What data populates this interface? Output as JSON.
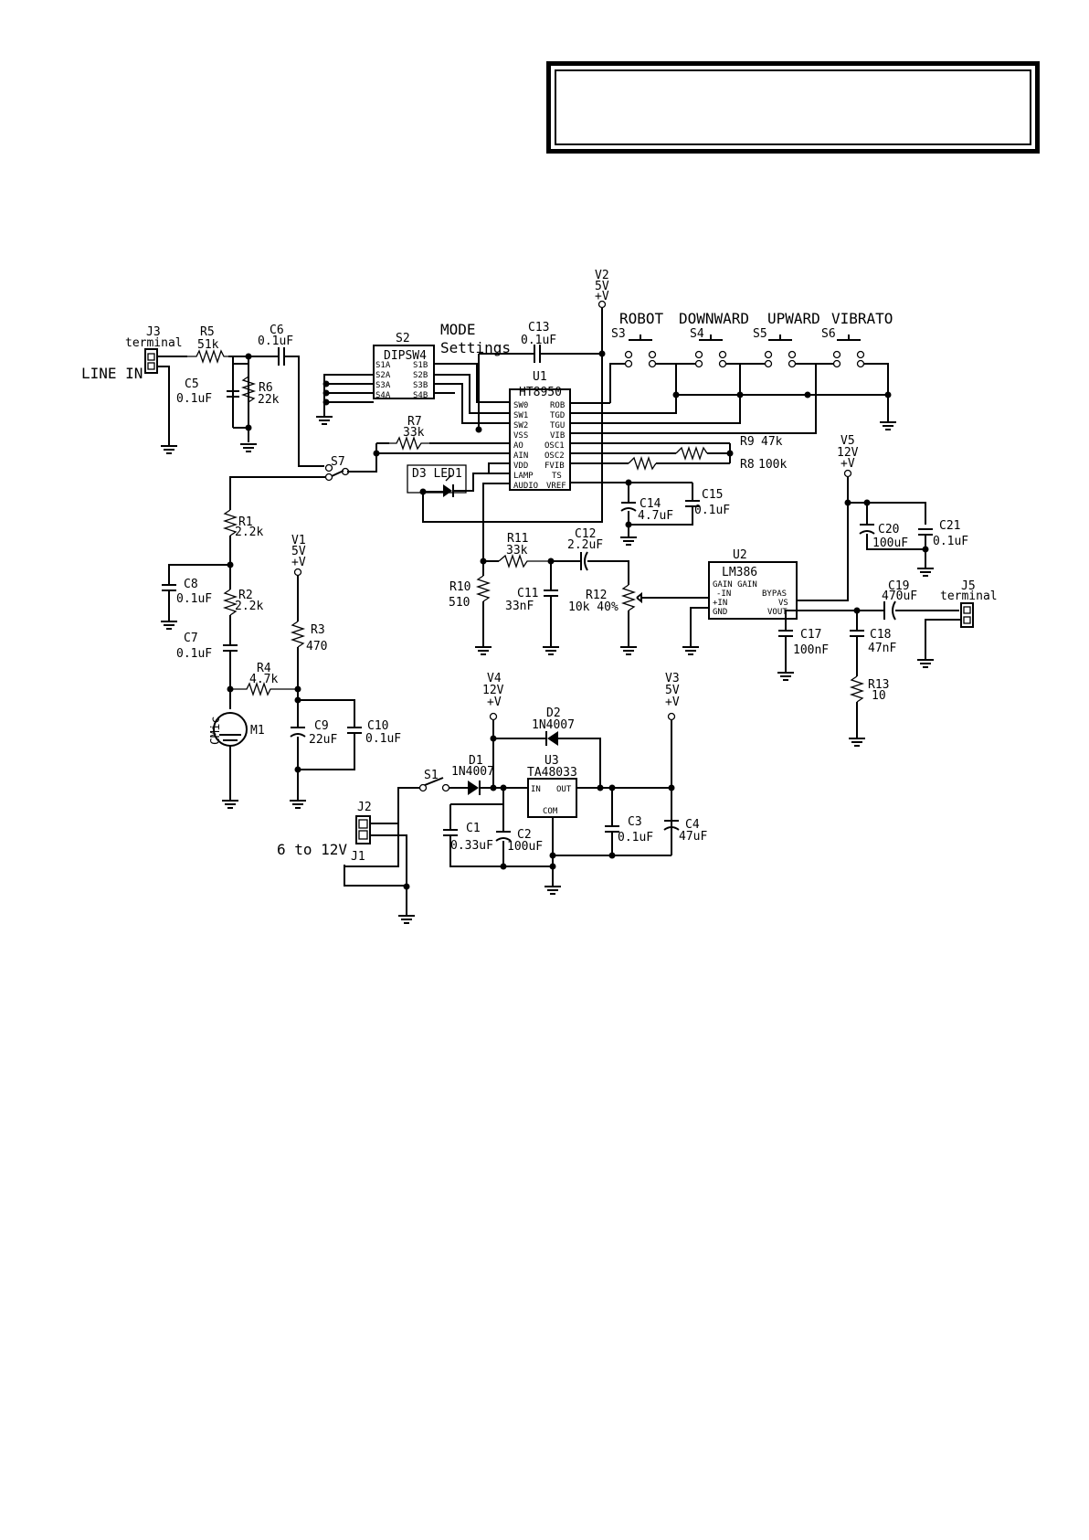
{
  "title_block": {
    "title": ""
  },
  "headers": {
    "mode": "MODE",
    "settings": "Settings",
    "robot": "ROBOT",
    "downward": "DOWNWARD",
    "upward": "UPWARD",
    "vibrato": "VIBRATO",
    "line_in": "LINE IN",
    "supply": "6 to 12V"
  },
  "parts": {
    "J3": {
      "ref": "J3",
      "value": "terminal"
    },
    "R5": {
      "ref": "R5",
      "value": "51k"
    },
    "C6": {
      "ref": "C6",
      "value": "0.1uF"
    },
    "C5": {
      "ref": "C5",
      "value": "0.1uF"
    },
    "R6": {
      "ref": "R6",
      "value": "22k"
    },
    "S2": {
      "ref": "S2",
      "value": "DIPSW4"
    },
    "C13": {
      "ref": "C13",
      "value": "0.1uF"
    },
    "V2": {
      "ref": "V2",
      "value": "5V",
      "plus": "+V"
    },
    "U1": {
      "ref": "U1",
      "value": "HT8950"
    },
    "S3": {
      "ref": "S3"
    },
    "S4": {
      "ref": "S4"
    },
    "S5": {
      "ref": "S5"
    },
    "S6": {
      "ref": "S6"
    },
    "R7": {
      "ref": "R7",
      "value": "33k"
    },
    "S7": {
      "ref": "S7"
    },
    "D3": {
      "ref": "D3 LED1"
    },
    "R9": {
      "ref": "R9",
      "value": "47k"
    },
    "R8": {
      "ref": "R8",
      "value": "100k"
    },
    "C14": {
      "ref": "C14",
      "value": "4.7uF"
    },
    "C15": {
      "ref": "C15",
      "value": "0.1uF"
    },
    "V5": {
      "ref": "V5",
      "value": "12V",
      "plus": "+V"
    },
    "C20": {
      "ref": "C20",
      "value": "100uF"
    },
    "C21": {
      "ref": "C21",
      "value": "0.1uF"
    },
    "R1": {
      "ref": "R1",
      "value": "2.2k"
    },
    "V1": {
      "ref": "V1",
      "value": "5V",
      "plus": "+V"
    },
    "R11": {
      "ref": "R11",
      "value": "33k"
    },
    "C12": {
      "ref": "C12",
      "value": "2.2uF"
    },
    "U2": {
      "ref": "U2",
      "value": "LM386"
    },
    "C19": {
      "ref": "C19",
      "value": "470uF"
    },
    "J5": {
      "ref": "J5",
      "value": "terminal"
    },
    "C8": {
      "ref": "C8",
      "value": "0.1uF"
    },
    "R2": {
      "ref": "R2",
      "value": "2.2k"
    },
    "R3": {
      "ref": "R3",
      "value": "470"
    },
    "R10": {
      "ref": "R10",
      "value": "510"
    },
    "C11": {
      "ref": "C11",
      "value": "33nF"
    },
    "R12": {
      "ref": "R12",
      "value": "10k 40%"
    },
    "C17": {
      "ref": "C17",
      "value": "100nF"
    },
    "C18": {
      "ref": "C18",
      "value": "47nF"
    },
    "C7": {
      "ref": "C7",
      "value": "0.1uF"
    },
    "R4": {
      "ref": "R4",
      "value": "4.7k"
    },
    "R13": {
      "ref": "R13",
      "value": "10"
    },
    "V4": {
      "ref": "V4",
      "value": "12V",
      "plus": "+V"
    },
    "V3": {
      "ref": "V3",
      "value": "5V",
      "plus": "+V"
    },
    "D2": {
      "ref": "D2",
      "value": "1N4007"
    },
    "M1": {
      "ref": "M1",
      "value": "CMic"
    },
    "C9": {
      "ref": "C9",
      "value": "22uF"
    },
    "C10": {
      "ref": "C10",
      "value": "0.1uF"
    },
    "D1": {
      "ref": "D1",
      "value": "1N4007"
    },
    "U3": {
      "ref": "U3",
      "value": "TA48033"
    },
    "S1": {
      "ref": "S1"
    },
    "C1": {
      "ref": "C1",
      "value": "0.33uF"
    },
    "C2": {
      "ref": "C2",
      "value": "100uF"
    },
    "C3": {
      "ref": "C3",
      "value": "0.1uF"
    },
    "C4": {
      "ref": "C4",
      "value": "47uF"
    },
    "J2": {
      "ref": "J2"
    },
    "J1": {
      "ref": "J1"
    }
  },
  "pins": {
    "dip_left": [
      "S1A",
      "S2A",
      "S3A",
      "S4A"
    ],
    "dip_right": [
      "S1B",
      "S2B",
      "S3B",
      "S4B"
    ],
    "u1_left": [
      "SW0",
      "SW1",
      "SW2",
      "VSS",
      "AO",
      "AIN",
      "VDD",
      "LAMP",
      "AUDIO"
    ],
    "u1_right": [
      "ROB",
      "TGD",
      "TGU",
      "VIB",
      "OSC1",
      "OSC2",
      "FVIB",
      "TS",
      "VREF"
    ],
    "u2_top": "GAIN GAIN",
    "u2_left": [
      "-IN",
      "+IN",
      "GND"
    ],
    "u2_right": [
      "BYPAS",
      "VS",
      "VOUT"
    ],
    "u3": [
      "IN",
      "OUT",
      "COM"
    ]
  }
}
